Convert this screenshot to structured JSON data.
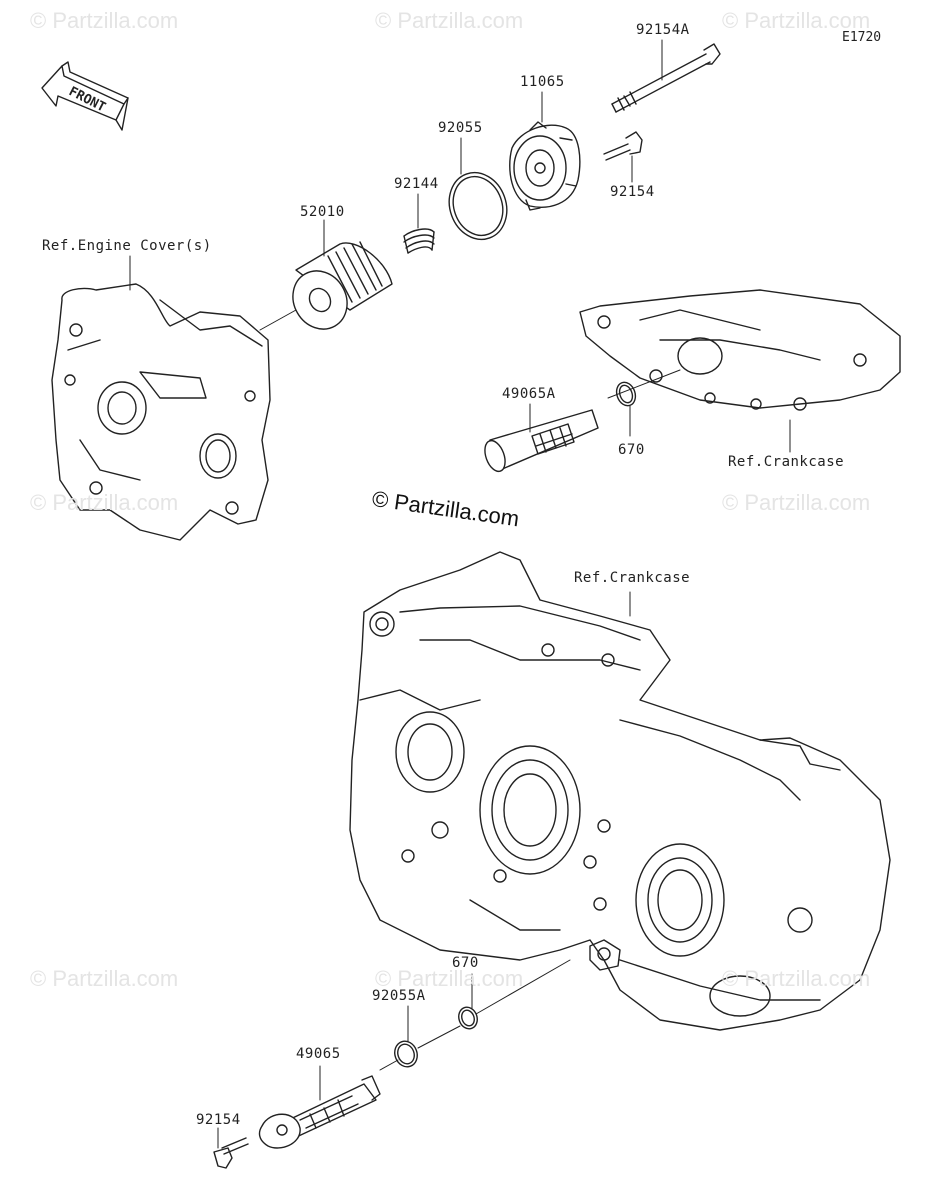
{
  "diagram": {
    "code": "E1720",
    "front_label": "FRONT",
    "watermark": "© Partzilla.com",
    "center_watermark": "© Partzilla.com",
    "labels": {
      "p92154A": "92154A",
      "p11065": "11065",
      "p92055": "92055",
      "p92144": "92144",
      "p92154_top": "92154",
      "p52010": "52010",
      "ref_engine_cover": "Ref.Engine Cover(s)",
      "p49065A": "49065A",
      "p670_top": "670",
      "ref_crankcase_top": "Ref.Crankcase",
      "ref_crankcase_mid": "Ref.Crankcase",
      "p670_bottom": "670",
      "p92055A": "92055A",
      "p49065": "49065",
      "p92154_bottom": "92154"
    }
  }
}
